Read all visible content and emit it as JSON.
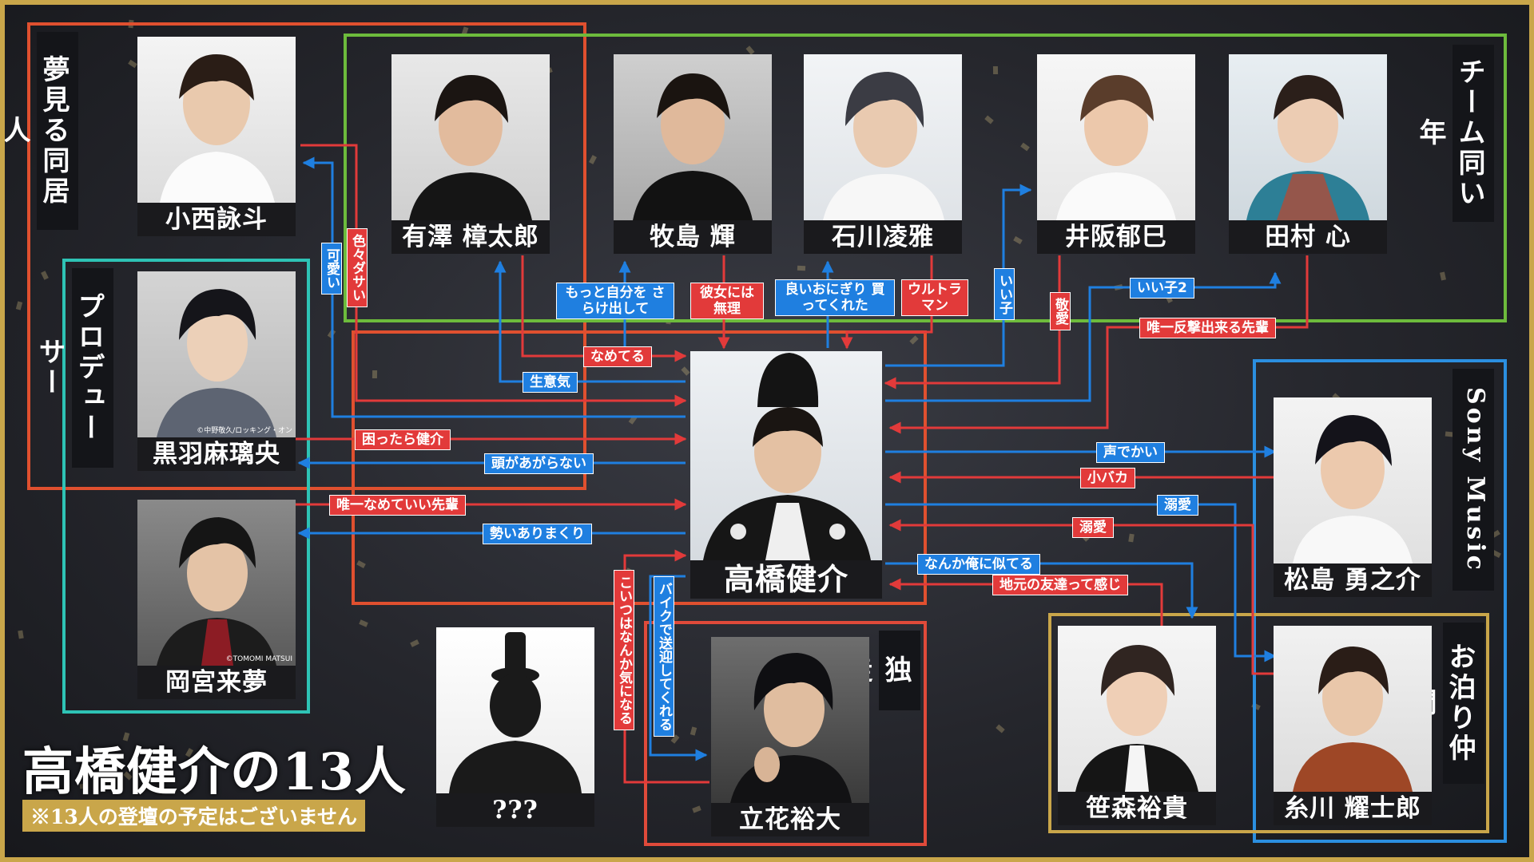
{
  "colors": {
    "frame": "#c9a64a",
    "red_line": "#e23a3a",
    "blue_line": "#1f7fe0",
    "group_dream": "#e0502f",
    "group_team": "#6dbb3c",
    "group_producer": "#2ec3b5",
    "group_sony": "#2b8fe0",
    "group_otomari": "#c9a64a",
    "group_dokuso": "#e04a3a"
  },
  "groups": {
    "dream": "夢見る同居人",
    "team": "チーム同い年",
    "producer": "プロデューサー",
    "sony": "Sony Music",
    "otomari": "お泊り仲間",
    "dokuso": "独走"
  },
  "center": {
    "name": "高橋健介"
  },
  "people": {
    "konishi": "小西詠斗",
    "arisawa": "有澤 樟太郎",
    "makishima": "牧島 輝",
    "ishikawa": "石川凌雅",
    "isaka": "井阪郁巳",
    "tamura": "田村 心",
    "kuroba": "黒羽麻璃央",
    "okamiya": "岡宮来夢",
    "matsushima": "松島 勇之介",
    "itokawa": "糸川 耀士郎",
    "sasamori": "笹森裕貴",
    "tachibana": "立花裕大",
    "unknown": "???"
  },
  "credits": {
    "kuroba": "©中野敬久/ロッキング・オン",
    "okamiya": "©TOMOMI MATSUI"
  },
  "relations": {
    "kawaii": "可愛い",
    "iroiro": "色々ダサい",
    "motto": "もっと自分を さらけ出して",
    "kanojo": "彼女には 無理",
    "yoionigiri": "良いおにぎり 買ってくれた",
    "ultraman": "ウルトラ マン",
    "iiko": "いい子",
    "iiko2": "いい子2",
    "keiai": "敬愛",
    "nameteru": "なめてる",
    "namaiki": "生意気",
    "yuiitsu_hangeki": "唯一反撃出来る先輩",
    "komattara": "困ったら健介",
    "atama": "頭があがらない",
    "yuiitsu_namete": "唯一なめていい先輩",
    "ikioi": "勢いありまくり",
    "koede": "声でかい",
    "kobaka": "小バカ",
    "dekiai1": "溺愛",
    "dekiai2": "溺愛",
    "nanka": "なんか俺に似てる",
    "jimoto": "地元の友達って感じ",
    "koitsu": "こいつはなんか気になる",
    "bike": "バイクで送迎してくれる"
  },
  "title": {
    "main": "高橋健介の13人",
    "sub": "※13人の登壇の予定はございません"
  }
}
